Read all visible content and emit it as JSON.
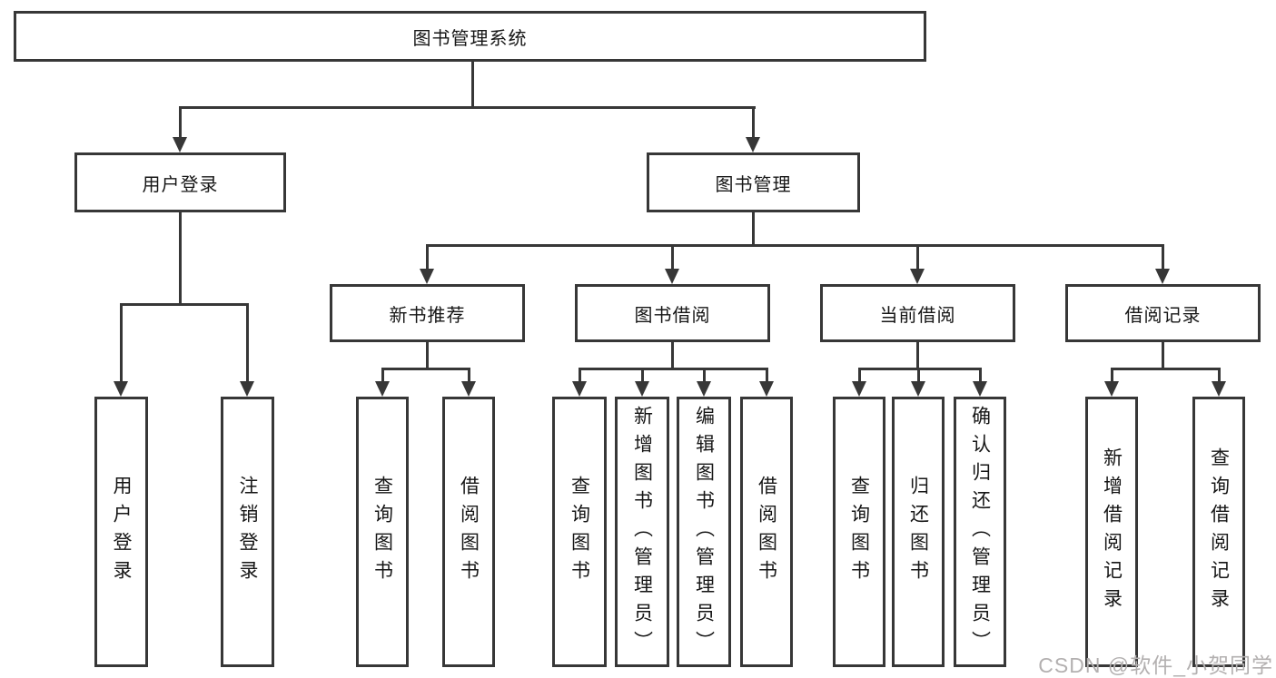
{
  "tree": {
    "root": "图书管理系统",
    "children": [
      {
        "label": "用户登录",
        "children": [
          {
            "label": "用户登录"
          },
          {
            "label": "注销登录"
          }
        ]
      },
      {
        "label": "图书管理",
        "children": [
          {
            "label": "新书推荐",
            "children": [
              {
                "label": "查询图书"
              },
              {
                "label": "借阅图书"
              }
            ]
          },
          {
            "label": "图书借阅",
            "children": [
              {
                "label": "查询图书"
              },
              {
                "label": "新增图书（管理员）"
              },
              {
                "label": "编辑图书（管理员）"
              },
              {
                "label": "借阅图书"
              }
            ]
          },
          {
            "label": "当前借阅",
            "children": [
              {
                "label": "查询图书"
              },
              {
                "label": "归还图书"
              },
              {
                "label": "确认归还（管理员）"
              }
            ]
          },
          {
            "label": "借阅记录",
            "children": [
              {
                "label": "新增借阅记录"
              },
              {
                "label": "查询借阅记录"
              }
            ]
          }
        ]
      }
    ]
  },
  "watermark": {
    "text": "CSDN @软件_小贺同学"
  },
  "colors": {
    "line": "#373737",
    "text": "#161616",
    "background": "#ffffff",
    "watermark": "#b3b0b0"
  }
}
